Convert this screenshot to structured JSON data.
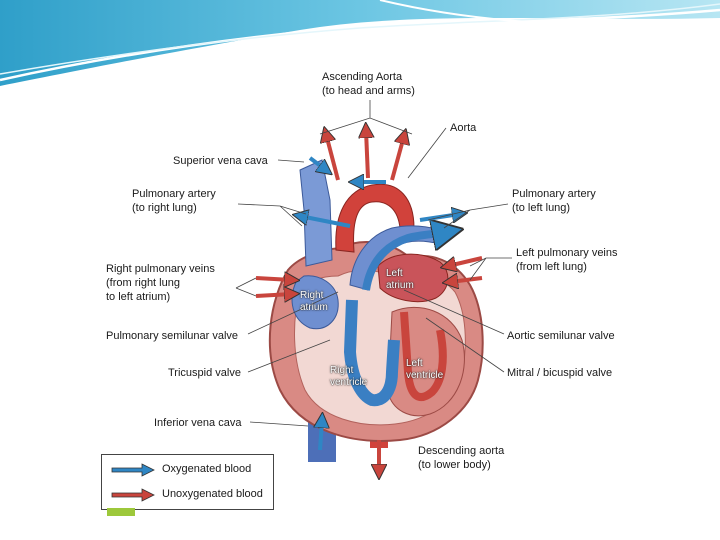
{
  "labels": {
    "ascending_aorta": "Ascending Aorta\n(to head and arms)",
    "aorta": "Aorta",
    "superior_vena_cava": "Superior vena cava",
    "pulmonary_artery_right": "Pulmonary artery\n(to right lung)",
    "pulmonary_artery_left": "Pulmonary artery\n(to left lung)",
    "left_pulmonary_veins": "Left pulmonary veins\n(from left lung)",
    "right_pulmonary_veins": "Right pulmonary veins\n(from right lung\n to left atrium)",
    "pulmonary_semilunar_valve": "Pulmonary semilunar valve",
    "aortic_semilunar_valve": "Aortic semilunar valve",
    "tricuspid_valve": "Tricuspid valve",
    "mitral_valve": "Mitral / bicuspid valve",
    "inferior_vena_cava": "Inferior vena cava",
    "descending_aorta": "Descending aorta\n(to lower body)"
  },
  "chambers": {
    "left_atrium": "Left\natrium",
    "right_atrium": "Right\natrium",
    "right_ventricle": "Right\nventricle",
    "left_ventricle": "Left\nventricle"
  },
  "legend": {
    "oxygenated": "Oxygenated blood",
    "unoxygenated": "Unoxygenated blood"
  },
  "colors": {
    "oxygenated_arrow": "#2f86c4",
    "unoxygenated_arrow": "#c9453d",
    "heart_muscle": "#d98a84",
    "vein_blue": "#6f8fd0",
    "artery_red": "#d1423b",
    "banner_teal": "#4fb3d6"
  }
}
